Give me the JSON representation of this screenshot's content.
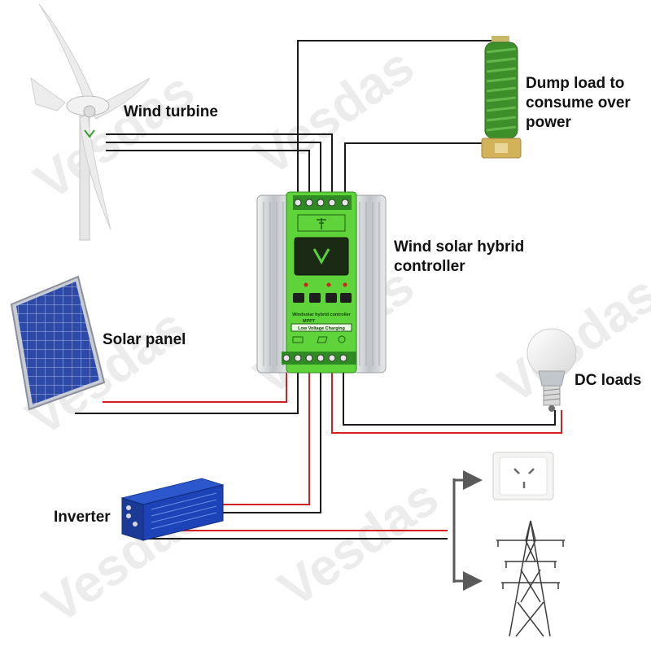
{
  "labels": {
    "wind_turbine": "Wind turbine",
    "dump_load": "Dump load to consume over power",
    "controller": "Wind solar hybrid controller",
    "solar_panel": "Solar panel",
    "dc_loads": "DC loads",
    "inverter": "Inverter"
  },
  "controller_panel": {
    "line1": "Windsolar hybrid controller",
    "line2": "MPPT",
    "line3": "Low Voltage Charging"
  },
  "watermark": "Vesdas",
  "colors": {
    "wire_black": "#1a1a1a",
    "wire_red": "#d42020",
    "controller_green": "#5fd33a",
    "heatsink_silver": "#c9ccd0",
    "solar_blue": "#2a48a8",
    "inverter_blue": "#1c44b8",
    "resistor_green": "#3d8f2a",
    "arrow_gray": "#5a5a5a"
  }
}
